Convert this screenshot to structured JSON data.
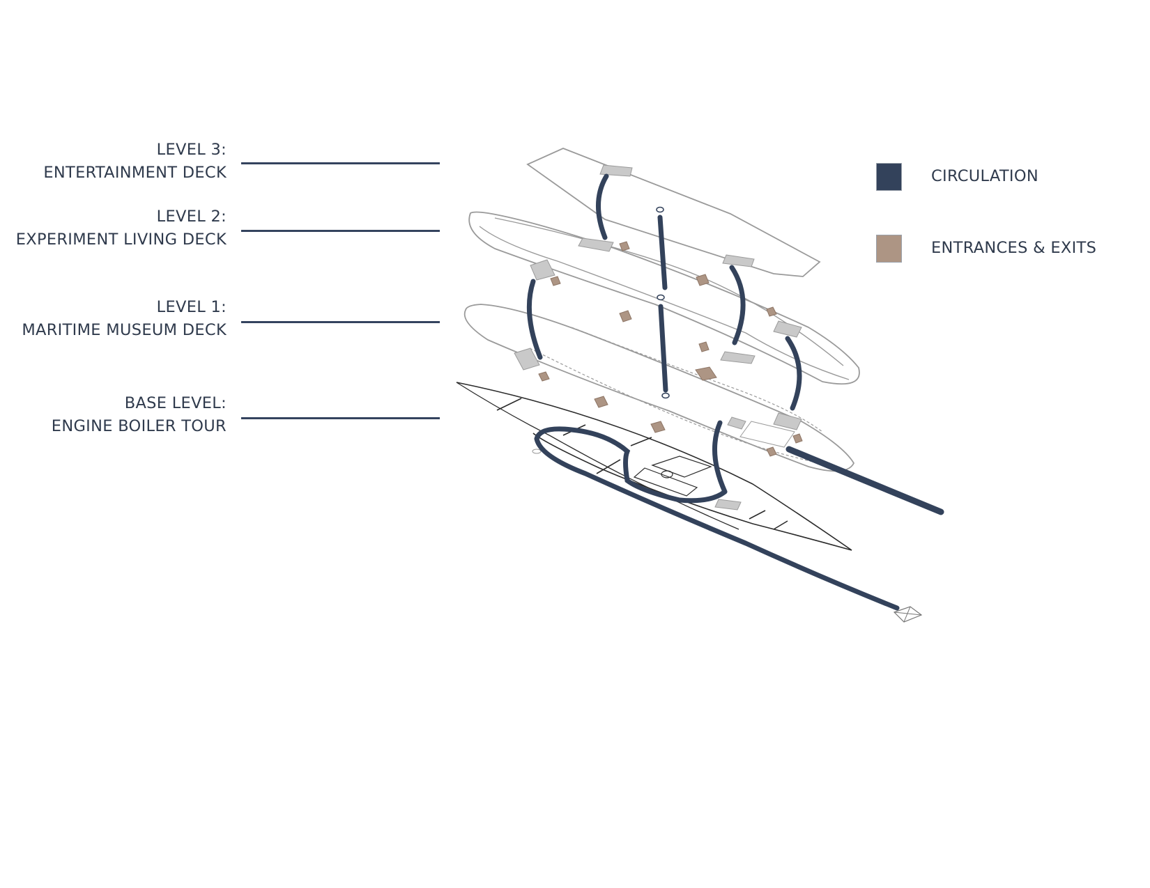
{
  "levels": [
    {
      "id": "level-3",
      "title": "LEVEL 3:",
      "name": "ENTERTAINMENT DECK"
    },
    {
      "id": "level-2",
      "title": "LEVEL 2:",
      "name": "EXPERIMENT LIVING DECK"
    },
    {
      "id": "level-1",
      "title": "LEVEL 1:",
      "name": "MARITIME MUSEUM DECK"
    },
    {
      "id": "base-level",
      "title": "BASE LEVEL:",
      "name": "ENGINE BOILER TOUR"
    }
  ],
  "legend": [
    {
      "id": "circulation",
      "label": "CIRCULATION",
      "color": "#33425b"
    },
    {
      "id": "entrances-exits",
      "label": "ENTRANCES & EXITS",
      "color": "#ad9584"
    }
  ],
  "colors": {
    "text": "#2f3a4c",
    "leader_line": "#34435e",
    "outline": "#9a9a9a",
    "hull_line": "#2b2b2b",
    "stair_pad": "#c9c9c9"
  }
}
